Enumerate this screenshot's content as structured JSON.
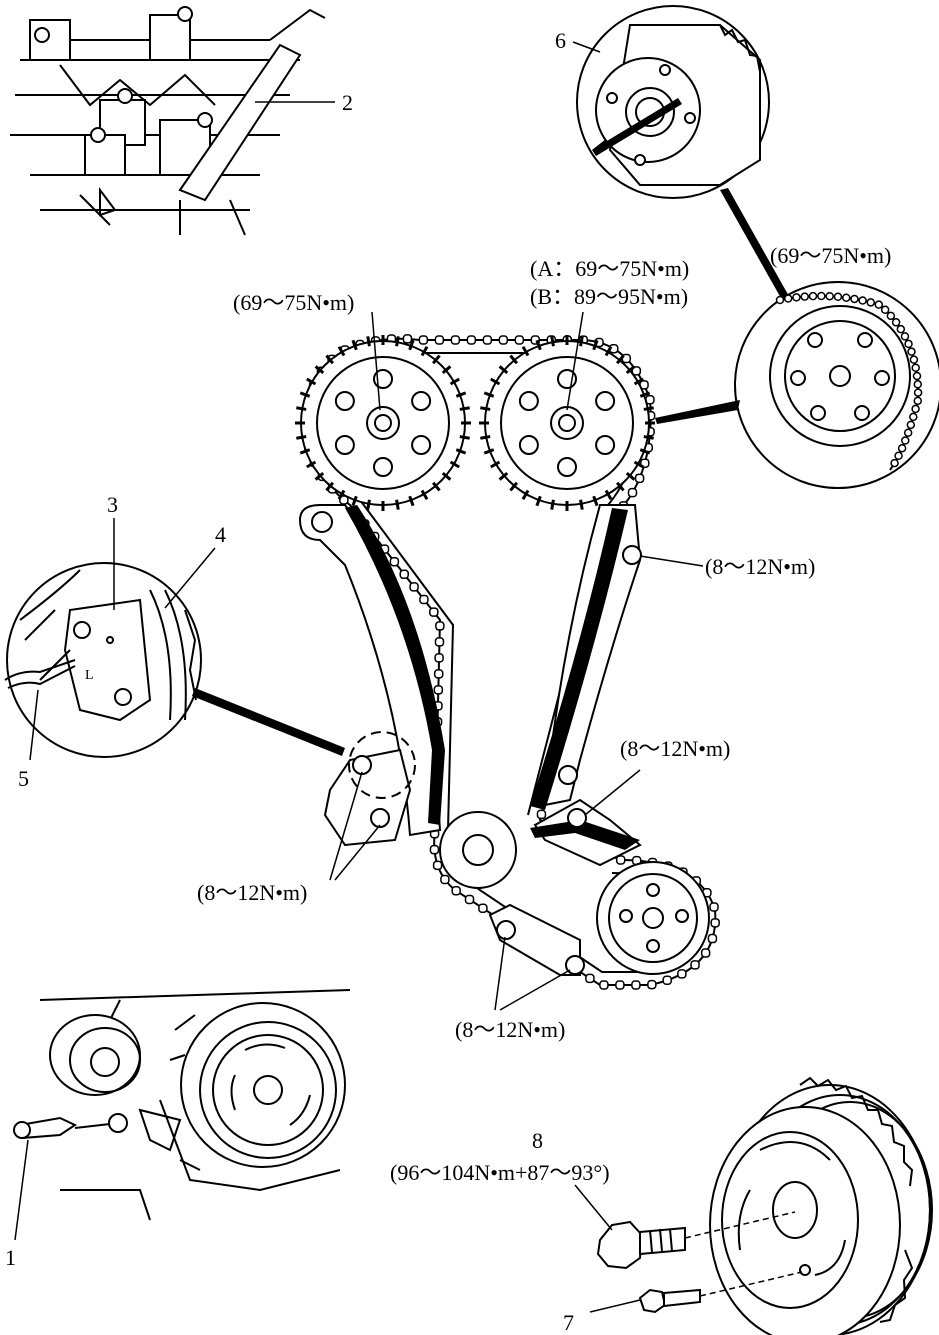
{
  "callouts": {
    "c1": "1",
    "c2": "2",
    "c3": "3",
    "c4": "4",
    "c5": "5",
    "c6": "6",
    "c7": "7",
    "c8": "8"
  },
  "torques": {
    "intake_cam": "(69～75N•m)",
    "exhaust_cam_a": "(A：69～75N•m)",
    "exhaust_cam_b": "(B：89～95N•m)",
    "detail_sprocket": "(69～75N•m)",
    "fixed_guide_upper": "(8～12N•m)",
    "fixed_guide_lower": "(8～12N•m)",
    "tensioner_bolts": "(8～12N•m)",
    "oil_pump_guide": "(8～12N•m)",
    "crank_bolt": "(96～104N•m+87～93°)"
  },
  "inset_marks": {
    "tensioner_letter": "L"
  },
  "colors": {
    "line": "#000000",
    "background": "#ffffff"
  }
}
